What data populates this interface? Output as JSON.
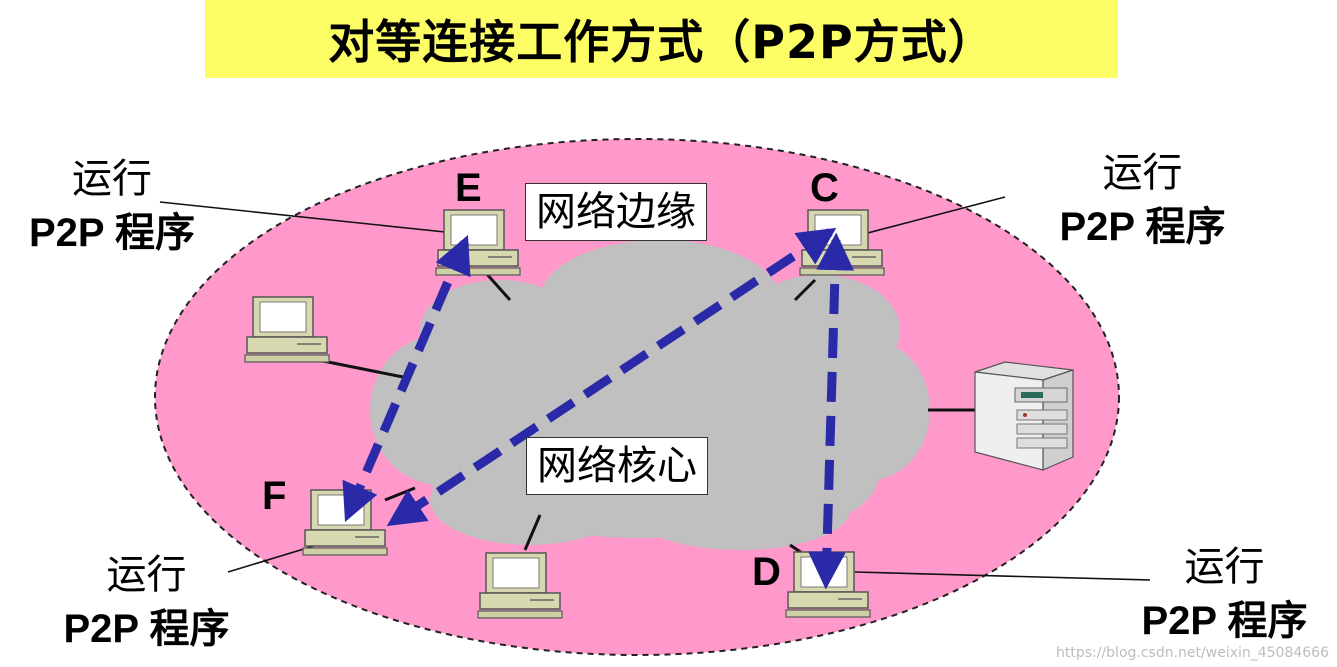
{
  "title": "对等连接工作方式（P2P方式）",
  "nodes": {
    "E": "E",
    "C": "C",
    "F": "F",
    "D": "D"
  },
  "labels": {
    "edge": "网络边缘",
    "core": "网络核心"
  },
  "annotations": {
    "top_left": {
      "line1": "运行",
      "line2": "P2P 程序"
    },
    "top_right": {
      "line1": "运行",
      "line2": "P2P 程序"
    },
    "bottom_left": {
      "line1": "运行",
      "line2": "P2P 程序"
    },
    "bottom_right": {
      "line1": "运行",
      "line2": "P2P 程序"
    }
  },
  "watermark": "https://blog.csdn.net/weixin_45084666",
  "colors": {
    "title_bg": "#fdfd66",
    "ellipse_fill": "#ff99cc",
    "cloud_fill": "#c0c0c0",
    "arrow": "#2a2aa8",
    "computer_body": "#d8d8b0"
  }
}
